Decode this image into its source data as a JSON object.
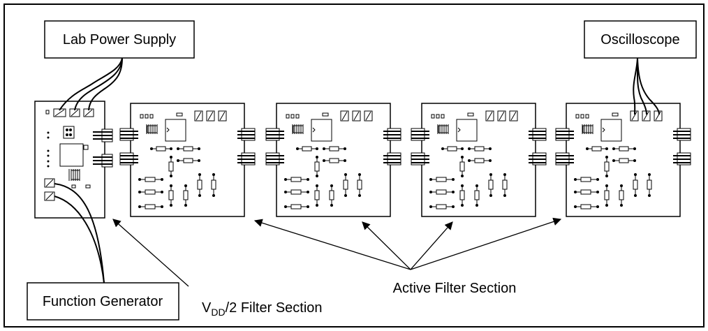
{
  "instruments": {
    "power_supply": "Lab Power Supply",
    "oscilloscope": "Oscilloscope",
    "function_generator": "Function Generator"
  },
  "annotations": {
    "vdd_main": "V",
    "vdd_sub": "DD",
    "vdd_rest": "/2 Filter Section",
    "active_filter": "Active Filter Section"
  },
  "colors": {
    "line": "#000000",
    "background": "#ffffff"
  }
}
